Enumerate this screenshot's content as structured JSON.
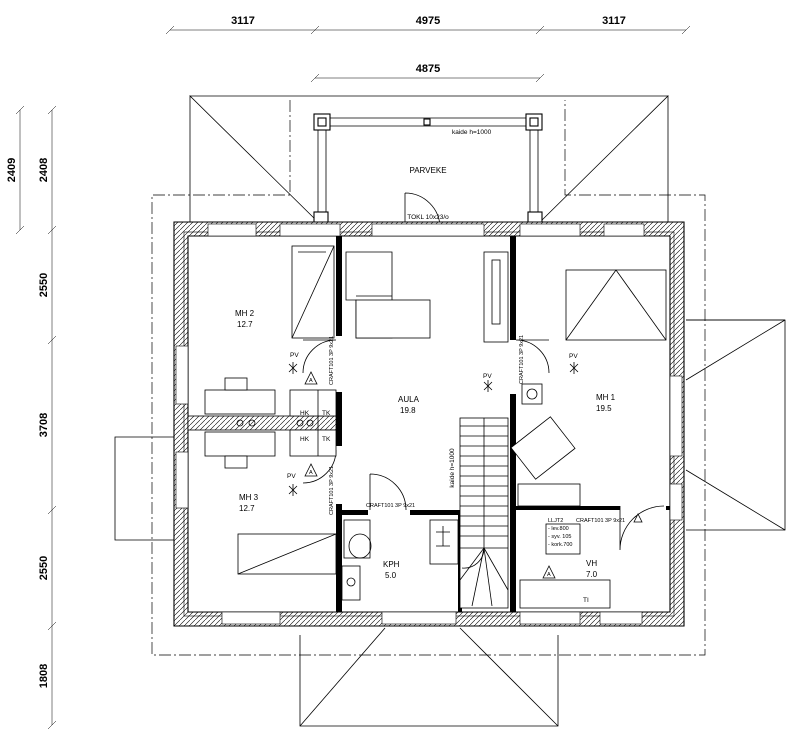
{
  "dimensions": {
    "top": [
      "3117",
      "4975",
      "3117"
    ],
    "balcony": "4875",
    "left_outer": [
      "2409"
    ],
    "left_inner": [
      "2408",
      "2550",
      "3708",
      "2550",
      "1808"
    ]
  },
  "rooms": {
    "mh2": {
      "name": "MH 2",
      "area": "12.7"
    },
    "mh3": {
      "name": "MH 3",
      "area": "12.7"
    },
    "mh1": {
      "name": "MH 1",
      "area": "19.5"
    },
    "aula": {
      "name": "AULA",
      "area": "19.8"
    },
    "kph": {
      "name": "KPH",
      "area": "5.0"
    },
    "vh": {
      "name": "VH",
      "area": "7.0"
    },
    "parveke": "PARVEKE",
    "ti": "TI"
  },
  "labels": {
    "railing_top": "kaide h=1000",
    "railing_stair": "kaide h=1000",
    "balcony_door": "TOKL 10x23/o",
    "craft": "CRAFT101 3P 9x21",
    "pv": "PV",
    "hk": "HK",
    "tk": "TK",
    "a": "A",
    "lljt": [
      "LLJT2",
      "- lev.800",
      "- syv. 105",
      "- kork.700"
    ]
  }
}
